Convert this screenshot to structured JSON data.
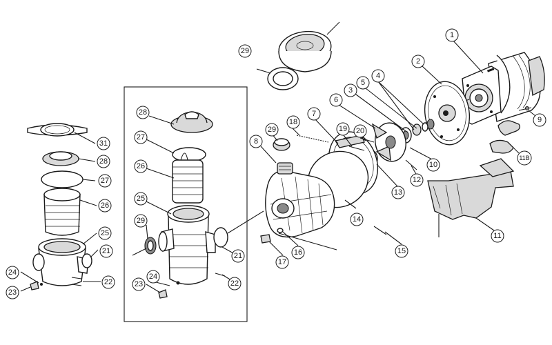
{
  "callouts": [
    {
      "id": "c1",
      "label": "1"
    },
    {
      "id": "c2",
      "label": "2"
    },
    {
      "id": "c3",
      "label": "3"
    },
    {
      "id": "c4",
      "label": "4"
    },
    {
      "id": "c5",
      "label": "5"
    },
    {
      "id": "c6",
      "label": "6"
    },
    {
      "id": "c7",
      "label": "7"
    },
    {
      "id": "c8",
      "label": "8"
    },
    {
      "id": "c9",
      "label": "9"
    },
    {
      "id": "c10",
      "label": "10"
    },
    {
      "id": "c11",
      "label": "11"
    },
    {
      "id": "c11b",
      "label": "11B"
    },
    {
      "id": "c12",
      "label": "12"
    },
    {
      "id": "c13",
      "label": "13"
    },
    {
      "id": "c14",
      "label": "14"
    },
    {
      "id": "c15",
      "label": "15"
    },
    {
      "id": "c16",
      "label": "16"
    },
    {
      "id": "c17",
      "label": "17"
    },
    {
      "id": "c18",
      "label": "18"
    },
    {
      "id": "c19",
      "label": "19"
    },
    {
      "id": "c20",
      "label": "20"
    },
    {
      "id": "c29a",
      "label": "29"
    },
    {
      "id": "c29b",
      "label": "29"
    },
    {
      "id": "c21a",
      "label": "21"
    },
    {
      "id": "c22a",
      "label": "22"
    },
    {
      "id": "c23a",
      "label": "23"
    },
    {
      "id": "c24a",
      "label": "24"
    },
    {
      "id": "c25a",
      "label": "25"
    },
    {
      "id": "c26a",
      "label": "26"
    },
    {
      "id": "c27a",
      "label": "27"
    },
    {
      "id": "c28a",
      "label": "28"
    },
    {
      "id": "c29c",
      "label": "29"
    },
    {
      "id": "c21b",
      "label": "21"
    },
    {
      "id": "c22b",
      "label": "22"
    },
    {
      "id": "c23b",
      "label": "23"
    },
    {
      "id": "c24b",
      "label": "24"
    },
    {
      "id": "c25b",
      "label": "25"
    },
    {
      "id": "c26b",
      "label": "26"
    },
    {
      "id": "c27b",
      "label": "27"
    },
    {
      "id": "c28b",
      "label": "28"
    },
    {
      "id": "c31",
      "label": "31"
    }
  ]
}
